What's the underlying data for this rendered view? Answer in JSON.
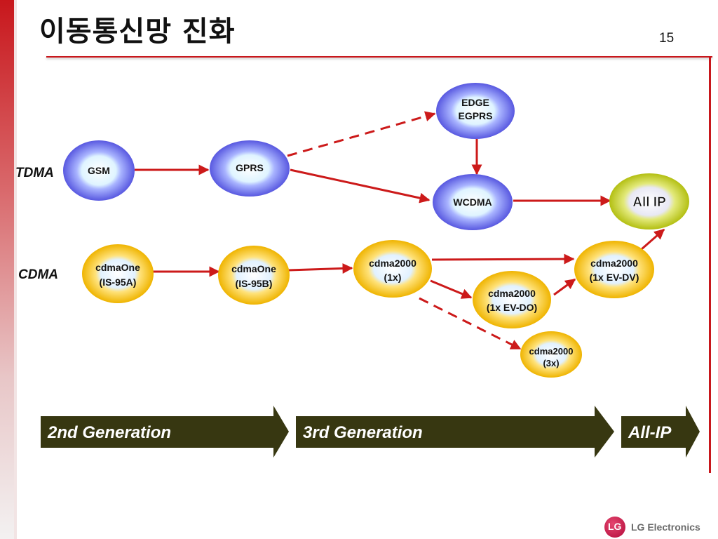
{
  "slide": {
    "title": "이동통신망 진화",
    "page_number": "15"
  },
  "rows": {
    "tdma": "TDMA",
    "cdma": "CDMA"
  },
  "nodes": {
    "gsm": "GSM",
    "gprs": "GPRS",
    "edge_line1": "EDGE",
    "edge_line2": "EGPRS",
    "wcdma": "WCDMA",
    "allip": "All IP",
    "cdmaone_a_line1": "cdmaOne",
    "cdmaone_a_line2": "(IS-95A)",
    "cdmaone_b_line1": "cdmaOne",
    "cdmaone_b_line2": "(IS-95B)",
    "c1x_line1": "cdma2000",
    "c1x_line2": "(1x)",
    "evdv_line1": "cdma2000",
    "evdv_line2": "(1x EV-DV)",
    "evdo_line1": "cdma2000",
    "evdo_line2": "(1x EV-DO)",
    "c3x_line1": "cdma2000",
    "c3x_line2": "(3x)"
  },
  "generations": {
    "gen2": "2nd Generation",
    "gen3": "3rd Generation",
    "allip": "All-IP"
  },
  "logo": {
    "mark": "LG",
    "text": "LG Electronics"
  },
  "colors": {
    "accent_red": "#c8171c",
    "arrow_red": "#cc1a1a",
    "blue_node": "#6f6fe8",
    "yellow_node": "#f2c21a",
    "green_node": "#c2cf1c",
    "generation_bar": "#373711"
  }
}
